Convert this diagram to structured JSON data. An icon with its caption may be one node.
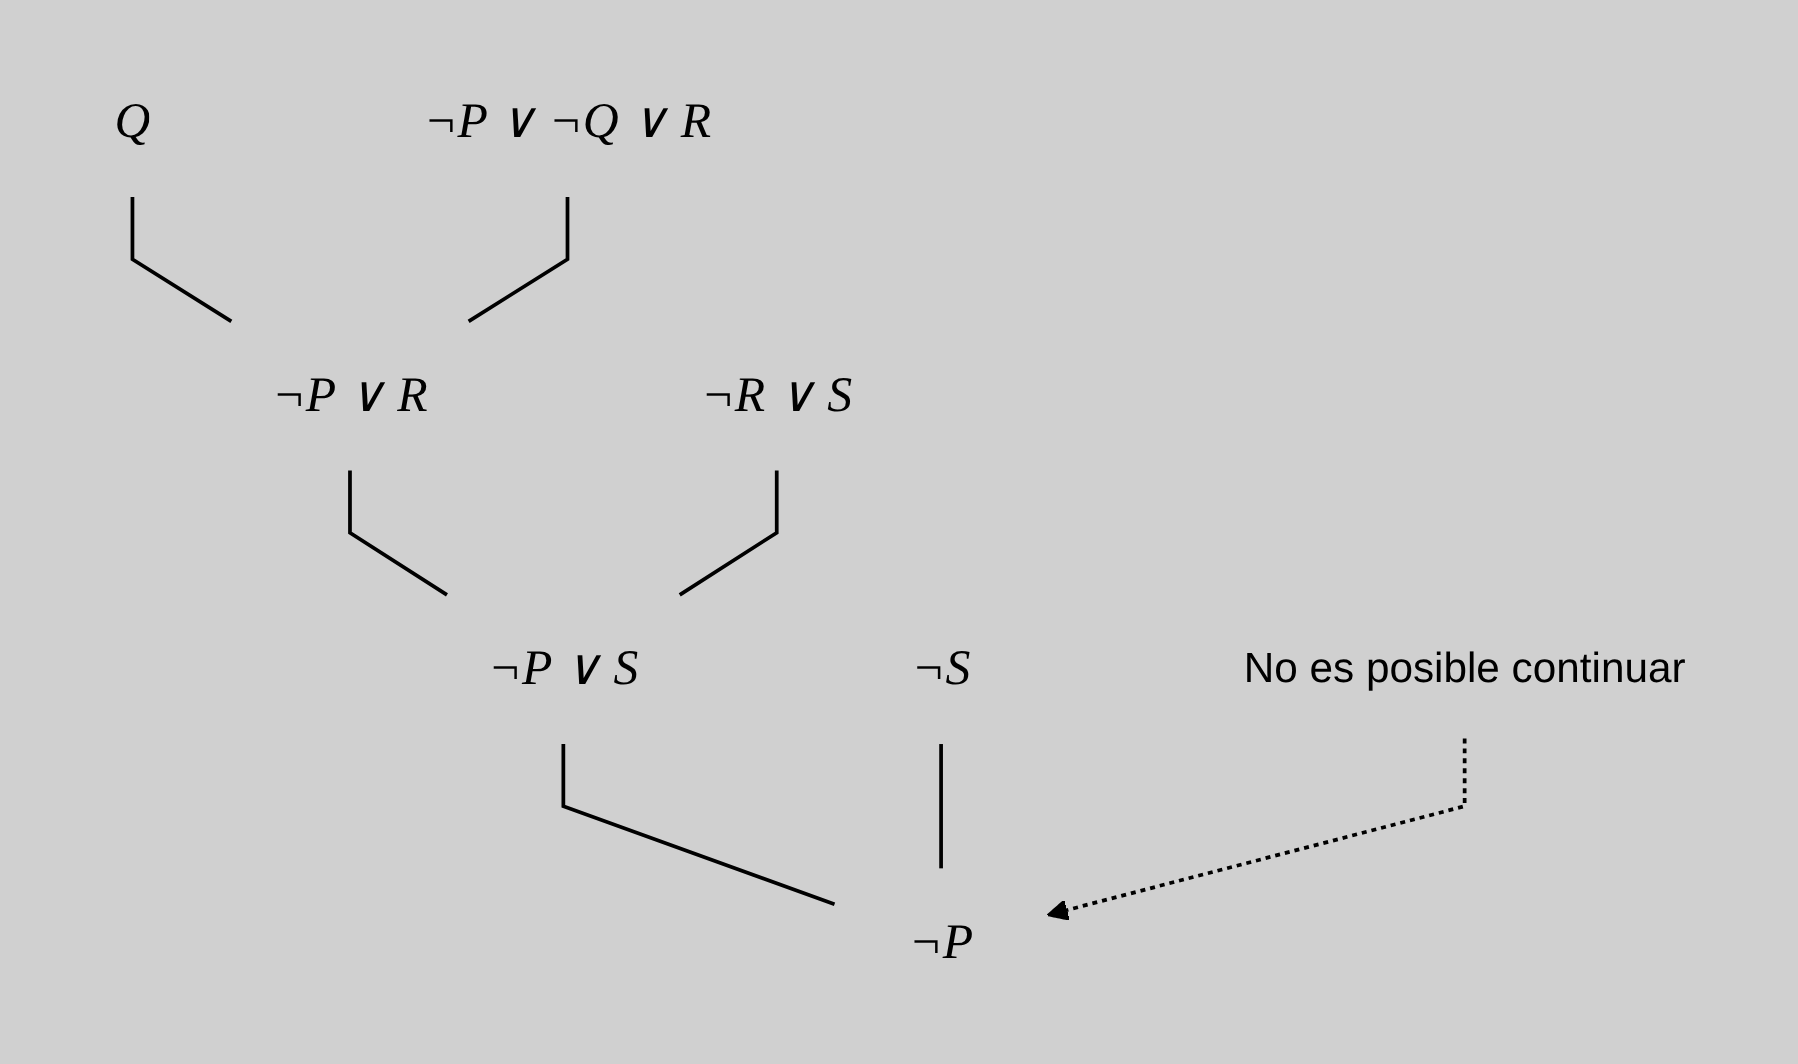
{
  "diagram": {
    "nodes": [
      {
        "text": [
          "Q"
        ]
      },
      {
        "text": [
          "¬P ∨ ¬Q ∨ R"
        ]
      },
      {
        "text": [
          "¬P ∨ R"
        ]
      },
      {
        "text": [
          "¬R ∨ S"
        ]
      },
      {
        "text": [
          "¬P ∨ S"
        ]
      },
      {
        "text": [
          "¬S"
        ]
      },
      {
        "text": [
          "¬P"
        ]
      },
      {
        "text": [
          "No es posible continuar"
        ]
      }
    ],
    "edges": [
      {
        "from": 0,
        "to": 2,
        "arrow": "none"
      },
      {
        "from": 1,
        "to": 2,
        "arrow": "none"
      },
      {
        "from": 2,
        "to": 4,
        "arrow": "none"
      },
      {
        "from": 3,
        "to": 4,
        "arrow": "none"
      },
      {
        "from": 4,
        "to": 6,
        "arrow": "none"
      },
      {
        "from": 5,
        "to": 6,
        "arrow": "none"
      },
      {
        "from": 7,
        "to": 6,
        "arrow": "to",
        "style": "dashed"
      }
    ]
  }
}
